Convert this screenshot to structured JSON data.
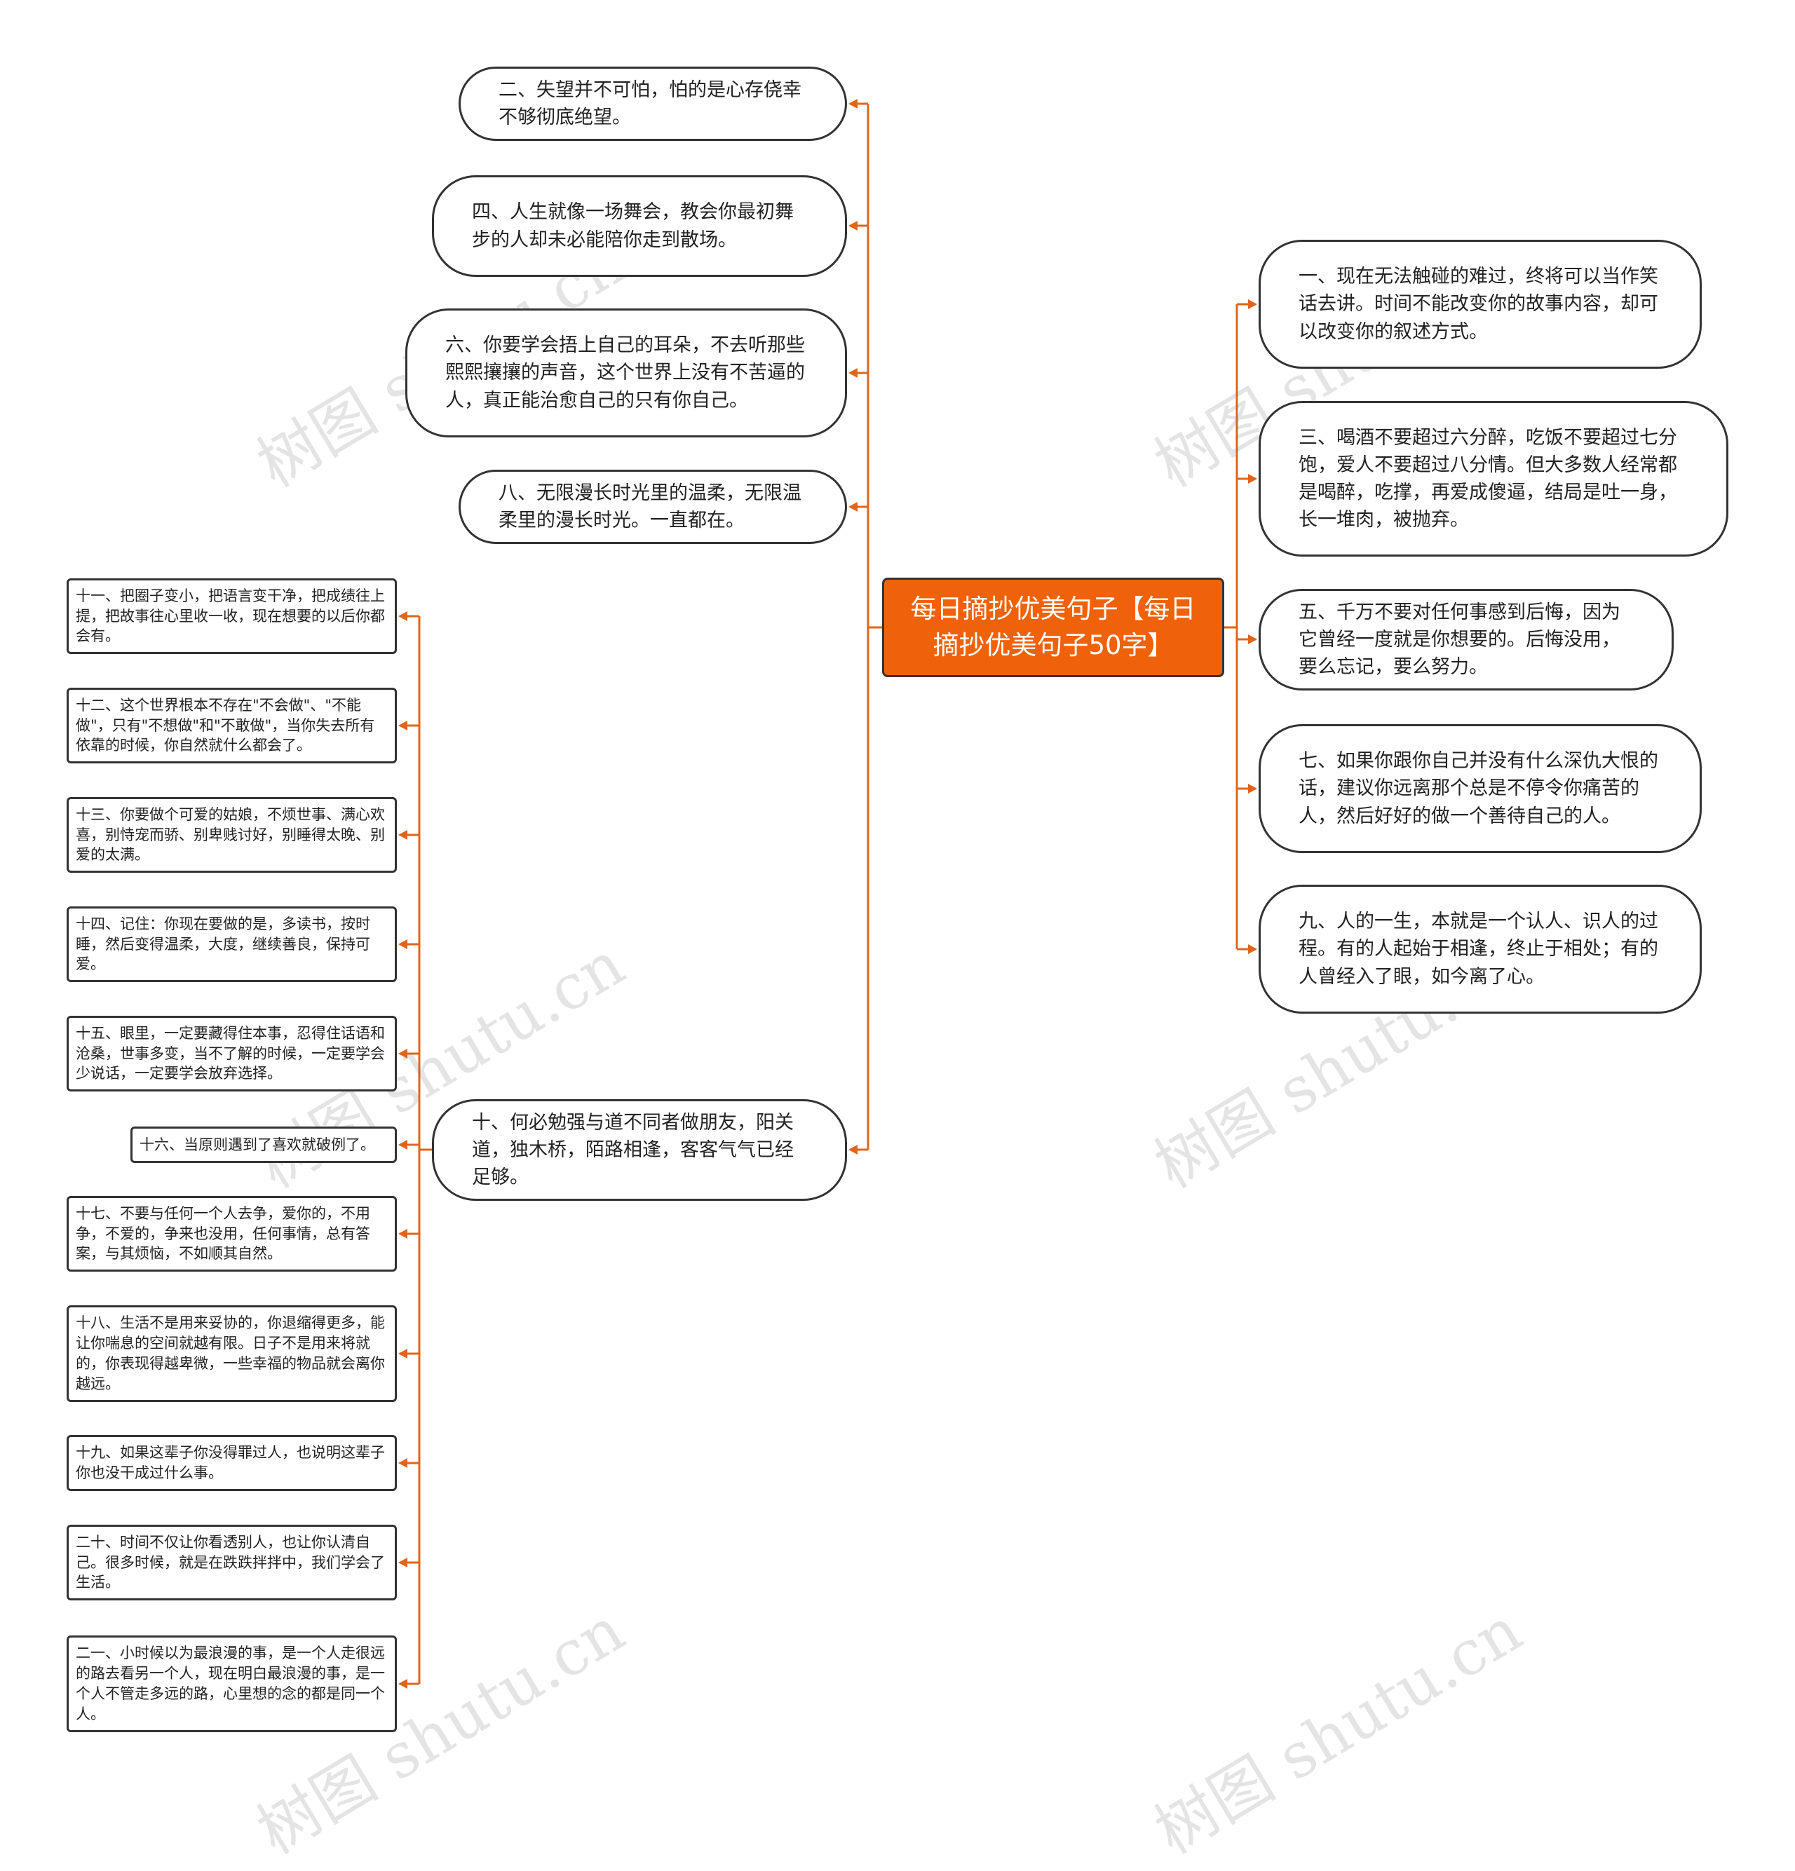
{
  "watermark": "树图 shutu.cn",
  "colors": {
    "root_fill": "#f0620a",
    "edge": "#e0651a",
    "border": "#333333"
  },
  "root": "每日摘抄优美句子【每日摘抄优美句子50字】",
  "left_branches": [
    "二、失望并不可怕，怕的是心存侥幸不够彻底绝望。",
    "四、人生就像一场舞会，教会你最初舞步的人却未必能陪你走到散场。",
    "六、你要学会捂上自己的耳朵，不去听那些熙熙攘攘的声音，这个世界上没有不苦逼的人，真正能治愈自己的只有你自己。",
    "八、无限漫长时光里的温柔，无限温柔里的漫长时光。一直都在。",
    "十、何必勉强与道不同者做朋友，阳关道，独木桥，陌路相逢，客客气气已经足够。"
  ],
  "right_branches": [
    "一、现在无法触碰的难过，终将可以当作笑话去讲。时间不能改变你的故事内容，却可以改变你的叙述方式。",
    "三、喝酒不要超过六分醉，吃饭不要超过七分饱，爱人不要超过八分情。但大多数人经常都是喝醉，吃撑，再爱成傻逼，结局是吐一身，长一堆肉，被抛弃。",
    "五、千万不要对任何事感到后悔，因为它曾经一度就是你想要的。后悔没用，要么忘记，要么努力。",
    "七、如果你跟你自己并没有什么深仇大恨的话，建议你远离那个总是不停令你痛苦的人，然后好好的做一个善待自己的人。",
    "九、人的一生，本就是一个认人、识人的过程。有的人起始于相逢，终止于相处；有的人曾经入了眼，如今离了心。"
  ],
  "sub_branches": [
    "十一、把圈子变小，把语言变干净，把成绩往上提，把故事往心里收一收，现在想要的以后你都会有。",
    "十二、这个世界根本不存在\"不会做\"、\"不能做\"，只有\"不想做\"和\"不敢做\"，当你失去所有依靠的时候，你自然就什么都会了。",
    "十三、你要做个可爱的姑娘，不烦世事、满心欢喜，别恃宠而骄、别卑贱讨好，别睡得太晚、别爱的太满。",
    "十四、记住：你现在要做的是，多读书，按时睡，然后变得温柔，大度，继续善良，保持可爱。",
    "十五、眼里，一定要藏得住本事，忍得住话语和沧桑，世事多变，当不了解的时候，一定要学会少说话，一定要学会放弃选择。",
    "十六、当原则遇到了喜欢就破例了。",
    "十七、不要与任何一个人去争，爱你的，不用争，不爱的，争来也没用，任何事情，总有答案，与其烦恼，不如顺其自然。",
    "十八、生活不是用来妥协的，你退缩得更多，能让你喘息的空间就越有限。日子不是用来将就的，你表现得越卑微，一些幸福的物品就会离你越远。",
    "十九、如果这辈子你没得罪过人，也说明这辈子你也没干成过什么事。",
    "二十、时间不仅让你看透别人，也让你认清自己。很多时候，就是在跌跌拌拌中，我们学会了生活。",
    "二一、小时候以为最浪漫的事，是一个人走很远的路去看另一个人，现在明白最浪漫的事，是一个人不管走多远的路，心里想的念的都是同一个人。"
  ]
}
